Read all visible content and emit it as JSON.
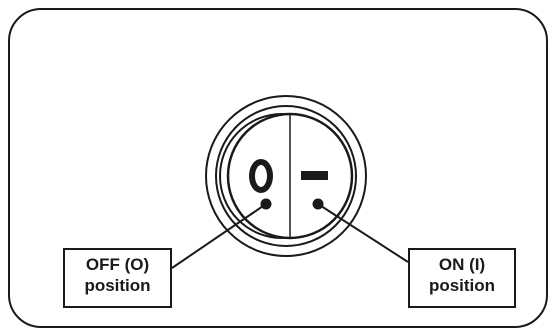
{
  "switch": {
    "off_symbol": "O",
    "on_symbol": "I"
  },
  "labels": {
    "off": {
      "line1": "OFF (O)",
      "line2": "position"
    },
    "on": {
      "line1": "ON (I)",
      "line2": "position"
    }
  },
  "colors": {
    "stroke": "#1a1a1a",
    "background": "#ffffff"
  }
}
